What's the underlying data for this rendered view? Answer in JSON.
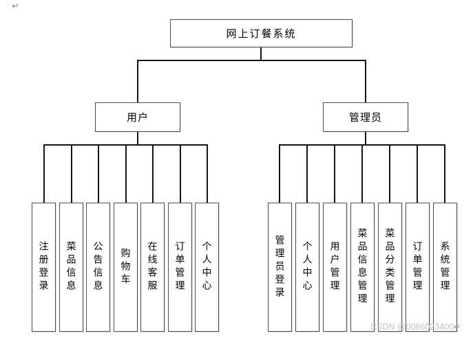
{
  "document": {
    "paragraph_mark_dot": "·",
    "paragraph_mark_return": "↵",
    "watermark_text": "CSDN @0086023400",
    "watermark_return": "↵"
  },
  "tree": {
    "root": {
      "label": "网上订餐系统"
    },
    "branches": [
      {
        "label": "用户",
        "children": [
          "注册登录",
          "菜品信息",
          "公告信息",
          "购物车",
          "在线客服",
          "订单管理",
          "个人中心"
        ]
      },
      {
        "label": "管理员",
        "children": [
          "管理员登录",
          "个人中心",
          "用户管理",
          "菜品信息管理",
          "菜品分类管理",
          "订单管理",
          "系统管理"
        ]
      }
    ]
  },
  "colors": {
    "connector_line": "#141414",
    "box_border": "#4a4a4a",
    "text": "#000000",
    "watermark": "#c3c3c3",
    "formatting_marks": "#8a8a8a",
    "background": "#ffffff"
  }
}
